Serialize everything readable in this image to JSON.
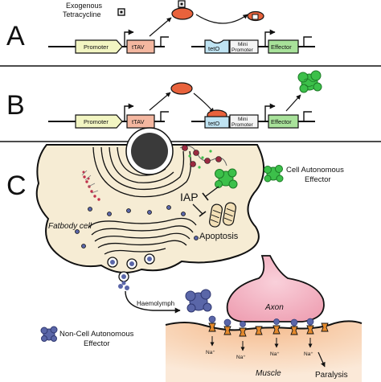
{
  "panels": {
    "a": {
      "letter": "A",
      "exogenous_label_line1": "Exogenous",
      "exogenous_label_line2": "Tetracycline",
      "promoter": "Promoter",
      "ttav": "tTAV",
      "teto": "tetO",
      "mini_promoter_line1": "Mini",
      "mini_promoter_line2": "Promoter",
      "effector": "Effector"
    },
    "b": {
      "letter": "B",
      "promoter": "Promoter",
      "ttav": "tTAV",
      "teto": "tetO",
      "mini_promoter_line1": "Mini",
      "mini_promoter_line2": "Promoter",
      "effector": "Effector"
    },
    "c": {
      "letter": "C",
      "fatbody_cell": "Fatbody cell",
      "iap": "IAP",
      "apoptosis": "Apoptosis",
      "cell_autonomous_line1": "Cell Autonomous",
      "cell_autonomous_line2": "Effector",
      "haemolymph": "Haemolymph",
      "axon": "Axon",
      "non_cell_line1": "Non-Cell Autonomous",
      "non_cell_line2": "Effector",
      "na_ion": "Na⁺",
      "muscle": "Muscle",
      "paralysis": "Paralysis"
    }
  },
  "colors": {
    "promoter_fill": "#f2f5c2",
    "ttav_fill": "#f4b7a0",
    "teto_fill": "#bfe3f2",
    "mini_promoter_fill": "#f4f4f4",
    "effector_fill": "#a8e29a",
    "tta_protein": "#e8623c",
    "green_effector": "#3cc04a",
    "purple_effector": "#5a66a8",
    "cell_fill": "#f6ecd4",
    "axon_fill": "#f4b3c2",
    "muscle_fill": "#f6c59a",
    "channel": "#e58a2c"
  }
}
